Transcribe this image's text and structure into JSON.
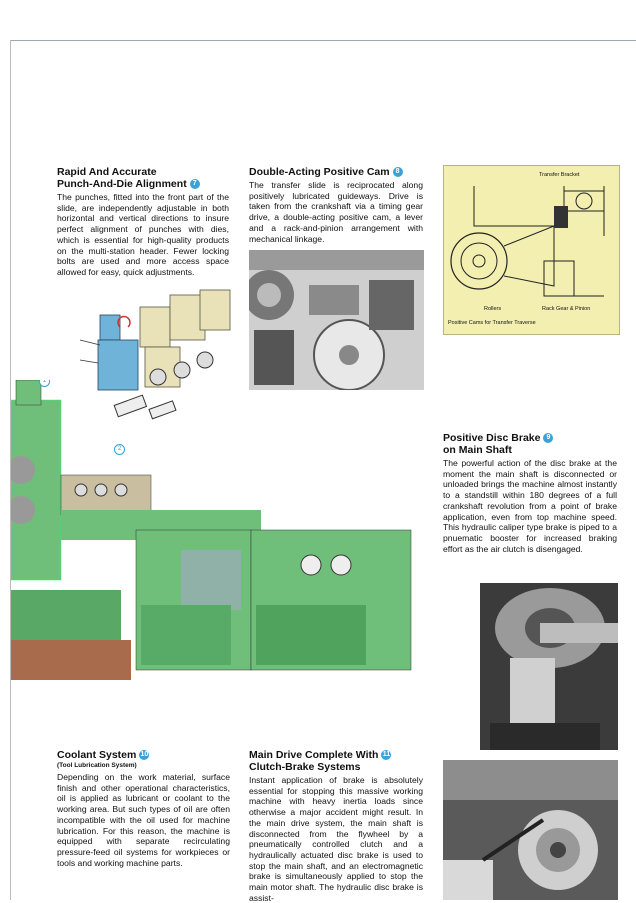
{
  "sections": {
    "punch": {
      "title_1": "Rapid And Accurate",
      "title_2": "Punch-And-Die Alignment",
      "number": "7",
      "body": "The punches, fitted into the front part of the slide, are independently adjustable in both horizontal and vertical directions to insure perfect alignment of punches with dies, which is essential for high-quality products on the multi-station header. Fewer locking bolts are used and more access space allowed for easy, quick adjustments."
    },
    "cam": {
      "title": "Double-Acting Positive Cam",
      "number": "8",
      "body": "The transfer slide is reciprocated along positively lubricated guideways. Drive is taken from the crankshaft via a timing gear drive, a double-acting positive cam, a lever and a rack-and-pinion arrangement with mechanical linkage."
    },
    "brake": {
      "title_1": "Positive Disc Brake",
      "title_2": "on Main Shaft",
      "number": "9",
      "body": "The powerful action of the disc brake at the moment the main shaft is disconnected or unloaded brings the machine almost instantly to a standstill within 180 degrees of a full crankshaft revolution from a point of brake application, even from top machine speed. This hydraulic caliper type brake is piped to a pnuematic booster for increased braking effort as the air clutch is disengaged."
    },
    "coolant": {
      "title": "Coolant System",
      "number": "10",
      "subtitle": "(Tool Lubrication System)",
      "body": "Depending on the work material, surface finish and other operational characteristics, oil is applied as lubricant or coolant to the working area. But such types of oil are often incompatible with the oil used for machine lubrication. For this reason, the machine is equipped with separate recirculating pressure-feed oil systems for workpieces or tools and working machine parts."
    },
    "drive": {
      "title_1": "Main Drive Complete With",
      "title_2": "Clutch-Brake Systems",
      "number": "11",
      "body": "Instant application of brake is absolutely essential for stopping this massive working machine with heavy inertia loads since otherwise a major accident might result. In the main drive system, the main shaft is disconnected from the flywheel by a pneumatically controlled clutch and a hydraulically actuated disc brake is used to stop the main shaft, and an electromagnetic brake is simultaneously applied to stop the main motor shaft. The hydraulic disc brake is assist-"
    }
  },
  "diagram": {
    "label_bracket": "Transfer Bracket",
    "label_rollers": "Rollers",
    "label_rack": "Rack Gear & Pinion",
    "label_cams": "Positive Cams for Transfer Traverse"
  },
  "callouts": {
    "c1": "1",
    "c2": "2"
  },
  "colors": {
    "accent": "#3aa3d6",
    "machine_green": "#6fbf7a",
    "diagram_bg": "#f2efb0"
  }
}
